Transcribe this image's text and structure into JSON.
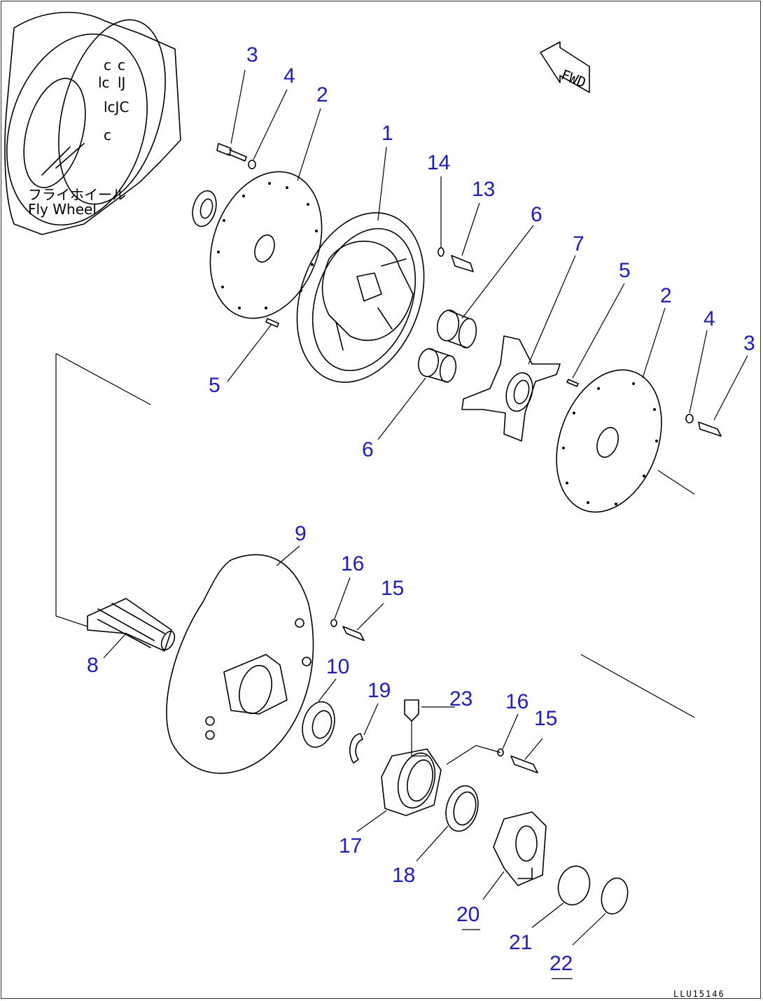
{
  "drawing": {
    "flywheel_label_jp": "フライホイール",
    "flywheel_label_en": "Fly Wheel",
    "fwd_label": "FWD",
    "drawing_code": "LLU15146"
  },
  "callouts": {
    "c3a": "3",
    "c4a": "4",
    "c2a": "2",
    "c1": "1",
    "c14": "14",
    "c13": "13",
    "c6a": "6",
    "c7": "7",
    "c5a": "5",
    "c2b": "2",
    "c4b": "4",
    "c3b": "3",
    "c5b": "5",
    "c6b": "6",
    "c9": "9",
    "c16a": "16",
    "c15a": "15",
    "c8": "8",
    "c10": "10",
    "c19": "19",
    "c23": "23",
    "c16b": "16",
    "c15b": "15",
    "c17": "17",
    "c18": "18",
    "c20": "20",
    "c21": "21",
    "c22": "22"
  }
}
